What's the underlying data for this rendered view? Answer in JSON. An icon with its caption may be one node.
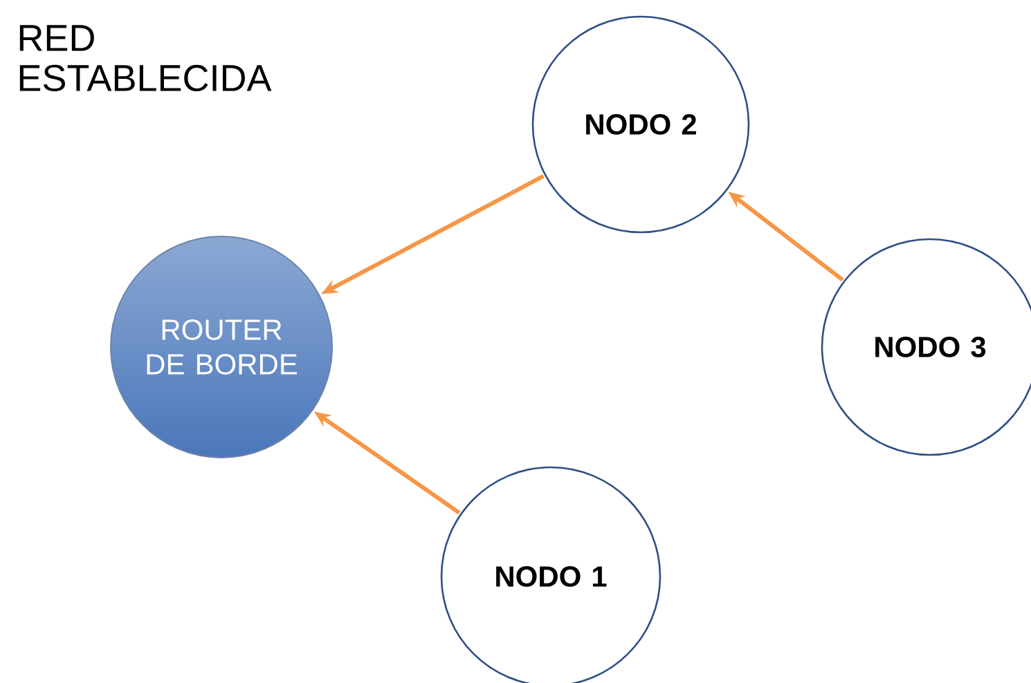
{
  "diagram": {
    "title": "RED ESTABLECIDA",
    "nodes": [
      {
        "text": [
          "ROUTER DE BORDE"
        ]
      },
      {
        "text": [
          "NODO 2"
        ]
      },
      {
        "text": [
          "NODO 3"
        ]
      },
      {
        "text": [
          "NODO 1"
        ]
      }
    ],
    "edges": [
      {
        "from": 1,
        "to": 0,
        "arrow": "to"
      },
      {
        "from": 2,
        "to": 1,
        "arrow": "to"
      },
      {
        "from": 3,
        "to": 0,
        "arrow": "to"
      }
    ]
  }
}
